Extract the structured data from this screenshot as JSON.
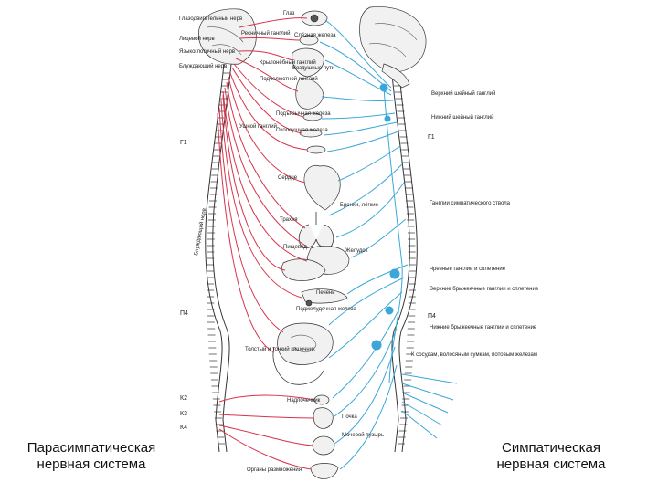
{
  "captions": {
    "left": [
      "Парасимпатическая",
      "нервная система"
    ],
    "right": [
      "Симпатическая",
      "нервная система"
    ]
  },
  "labels_left": {
    "glossopharyngeal": "Глазодвигательный нерв",
    "facial": "Лицевой нерв",
    "glossopharyngeal2": "Языкоглоточный нерв",
    "vagus": "Блуждающий нерв",
    "ciliary": "Ресничный ганглий",
    "pterygo": "Крылонёбный ганглий",
    "submandibular": "Подчелюстной ганглий",
    "otic": "Ушной ганглий",
    "large_small_int": "Толстый и тонкий кишечник",
    "sexual": "Органы размножения",
    "t1": "Г1",
    "l4": "П4",
    "s2": "К2",
    "s3": "К3",
    "s4": "К4",
    "vagus_spine": "Блуждающий нерв"
  },
  "labels_organs": {
    "eye": "Глаз",
    "lacrimal": "Слёзная железа",
    "airways": "Воздушные пути",
    "salivary": "Подъязычная железа",
    "parotid": "Околоушная железа",
    "heart": "Сердце",
    "trachea": "Трахея",
    "bronchi": "Бронхи, лёгкие",
    "esophagus": "Пищевод",
    "stomach": "Желудок",
    "liver": "Печень",
    "pancreas": "Поджелудочная железа",
    "adrenal": "Надпочечник",
    "kidney": "Почка",
    "bladder": "Мочевой пузырь"
  },
  "labels_right": {
    "upper_cervical": "Верхний шейный ганглий",
    "lower_cervical": "Нижний шейный ганглий",
    "t1": "Г1",
    "sympathetic_trunk": "Ганглии симпатического ствола",
    "celiac": "Чревные ганглии и сплетение",
    "upper_mesenteric": "Верхние брыжеечные ганглии и сплетение",
    "l4": "П4",
    "lower_mesenteric": "Нижние брыжеечные ганглии и сплетение",
    "hypogastric": "К сосудам, волосяным сумкам, потовым железам"
  },
  "colors": {
    "parasympathetic": "#d8324a",
    "sympathetic": "#3aa7d8",
    "outline": "#333333"
  }
}
